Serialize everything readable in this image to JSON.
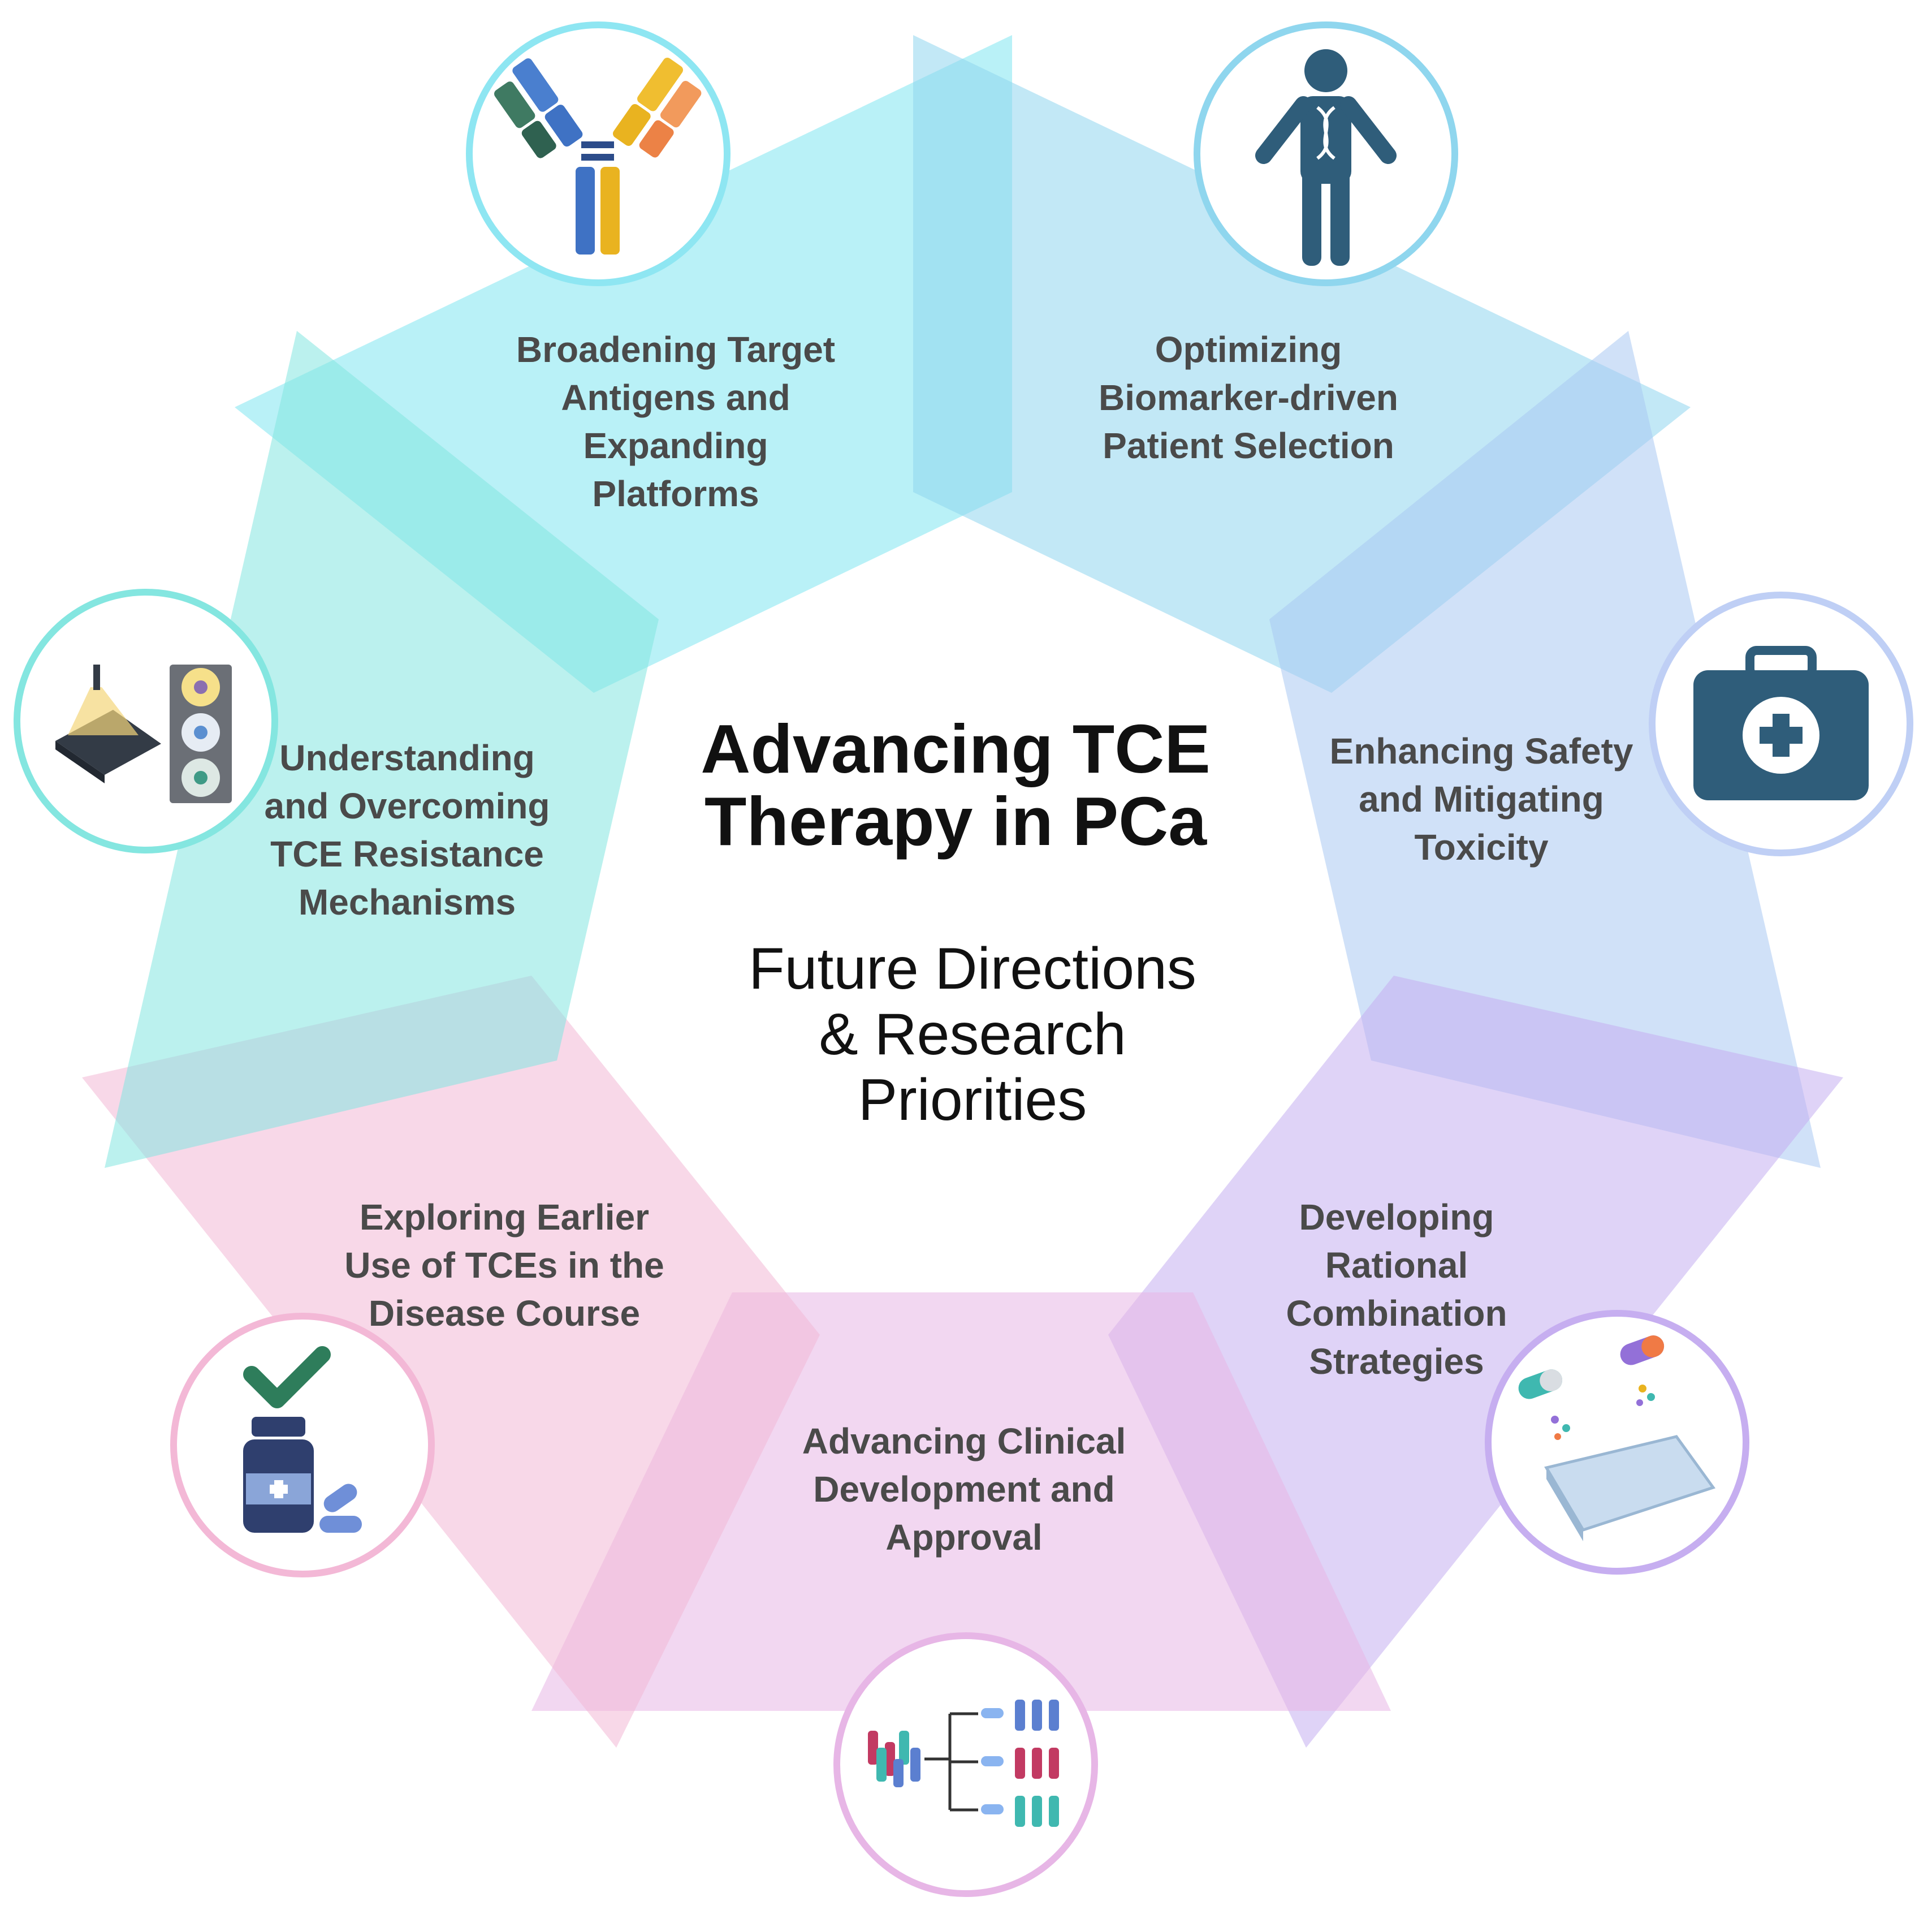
{
  "center": {
    "title_lines": [
      "Advancing TCE",
      "Therapy in PCa"
    ],
    "subtitle_lines": [
      "Future Directions",
      "& Research",
      "Priorities"
    ]
  },
  "segments": [
    {
      "id": "target-antigens",
      "icon": "antibody-icon",
      "color": "#7fe5f0",
      "lines": [
        "Broadening Target",
        "Antigens and",
        "Expanding",
        "Platforms"
      ]
    },
    {
      "id": "patient-selection",
      "icon": "patient-dna-icon",
      "color": "#8fd6ee",
      "lines": [
        "Optimizing",
        "Biomarker-driven",
        "Patient Selection"
      ]
    },
    {
      "id": "safety",
      "icon": "medical-kit-icon",
      "color": "#a9c9f2",
      "lines": [
        "Enhancing Safety",
        "and Mitigating",
        "Toxicity"
      ]
    },
    {
      "id": "combination",
      "icon": "pills-well-plate-icon",
      "color": "#c5aef0",
      "lines": [
        "Developing",
        "Rational",
        "Combination",
        "Strategies"
      ]
    },
    {
      "id": "clinical-development",
      "icon": "patient-cohorts-icon",
      "color": "#e7b6e6",
      "lines": [
        "Advancing Clinical",
        "Development and",
        "Approval"
      ]
    },
    {
      "id": "earlier-use",
      "icon": "medicine-bottle-check-icon",
      "color": "#f3b8d6",
      "lines": [
        "Exploring Earlier",
        "Use of TCEs in the",
        "Disease Course"
      ]
    },
    {
      "id": "resistance",
      "icon": "microscope-cells-icon",
      "color": "#84e6e0",
      "lines": [
        "Understanding",
        "and Overcoming",
        "TCE Resistance",
        "Mechanisms"
      ]
    }
  ],
  "colors": {
    "label_text": "#4a4a4a",
    "title_text": "#111111",
    "icon_dark": "#2f5d7a"
  }
}
